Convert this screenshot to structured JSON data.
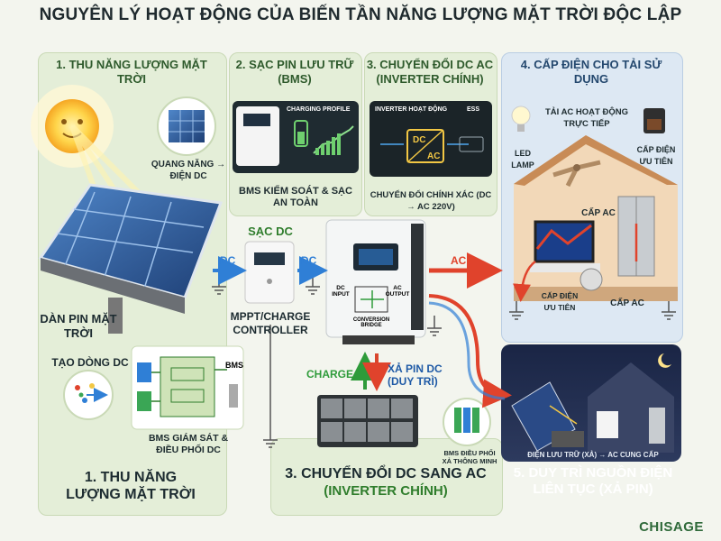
{
  "title": "NGUYÊN LÝ HOẠT ĐỘNG CỦA BIẾN TẦN NĂNG LƯỢNG MẶT TRỜI ĐỘC LẬP",
  "sections": {
    "s1": "1. THU NĂNG LƯỢNG MẶT TRỜI",
    "s2_line1": "2. SẠC PIN LƯU TRỮ",
    "s2_line2": "(BMS)",
    "s3_line1": "3. CHUYỂN ĐỔI DC AC",
    "s3_line2": "(INVERTER CHÍNH)",
    "s4": "4. CẤP ĐIỆN CHO TẢI SỬ DỤNG"
  },
  "labels": {
    "panel_cell": "QUANG NĂNG → ĐIỆN DC",
    "charging_profile": "CHARGING PROFILE",
    "bms_control": "BMS KIỂM SOÁT & SẠC AN TOÀN",
    "inverter_working": "INVERTER HOẠT ĐỘNG",
    "ess": "ESS",
    "precise_conversion": "CHUYỂN ĐỔI CHÍNH XÁC (DC → AC 220V)",
    "ac_load_direct": "TẢI AC HOẠT ĐỘNG TRỰC TIẾP",
    "led_lamp": "LED LAMP",
    "priority_power": "CẤP ĐIỆN ƯU TIÊN",
    "cap_ac_1": "CẤP AC",
    "cap_ac_2": "CẤP AC",
    "priority_power_2": "CẤP ĐIỆN ƯU TIÊN",
    "sac_dc": "SẠC DC",
    "dc1": "DC",
    "dc2": "DC",
    "ac": "AC",
    "solar_array": "DÀN PIN MẶT TRỜI",
    "mppt": "MPPT/CHARGE CONTROLLER",
    "dc_input": "DC INPUT",
    "ac_output": "AC OUTPUT",
    "conversion_bridge": "CONVERSION BRIDGE",
    "charge": "CHARGE",
    "discharge": "XẢ PIN DC (DUY TRÌ)",
    "tao_dong_dc": "TẠO DÒNG DC",
    "bms_small": "BMS",
    "bms_monitor": "BMS GIÁM SÁT & ĐIỀU PHỐI DC",
    "bms_smart": "BMS ĐIỀU PHỐI XẢ THÔNG MINH",
    "night_caption": "ĐIỆN LƯU TRỮ (XẢ) → AC CUNG CẤP",
    "dc_label": "DC",
    "ac_label": "AC",
    "bottom1": "1. THU NĂNG LƯỢNG MẶT TRỜI",
    "bottom3_line1": "3. CHUYỂN ĐỔI DC SANG AC",
    "bottom3_line2": "(INVERTER CHÍNH)",
    "bottom5": "5. DUY TRÌ NGUỒN ĐIỆN LIÊN TỤC (XẢ PIN)",
    "brand": "CHISAGE"
  },
  "colors": {
    "dc_arrow": "#2f7fd6",
    "ac_arrow": "#e0432c",
    "charge_arrow": "#2e9b3a",
    "discharge_arrow": "#d9462d",
    "accent_green": "#2f7d2c"
  },
  "icons": [
    "sun-icon",
    "solar-panel-icon",
    "bms-module-icon",
    "inverter-icon",
    "battery-bank-icon",
    "led-lamp-icon",
    "coffee-maker-icon",
    "tv-icon",
    "fridge-icon",
    "fan-icon",
    "moon-icon",
    "ground-icon"
  ]
}
